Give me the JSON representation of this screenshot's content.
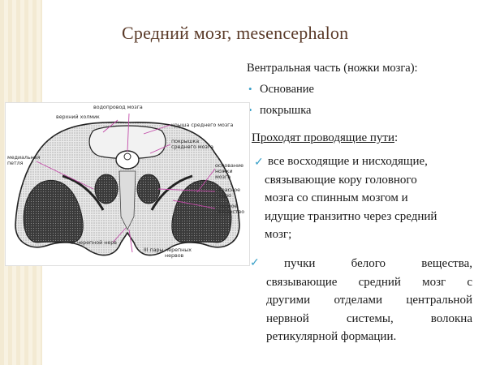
{
  "slide": {
    "title": "Средний мозг, mesencephalon",
    "ventral_heading": "Вентральная часть (ножки мозга):",
    "ventral_items": [
      "Основание",
      "покрышка"
    ],
    "pathways_heading": "Проходят проводящие пути",
    "pathways_colon": ":",
    "pathways_items": [
      {
        "lines": [
          "все восходящие и нисходящие,",
          "связывающие кору головного",
          "мозга со спинным мозгом и",
          "идущие транзитно через средний",
          "мозг;"
        ]
      },
      {
        "lines": [
          "пучки белого вещества,",
          "связывающие средний мозг с",
          "другими отделами центральной",
          "нервной системы, волокна",
          "ретикулярной формации."
        ]
      }
    ],
    "bullet_icon": "dot-bullet-icon",
    "check_icon": "check-bullet-icon",
    "colors": {
      "title": "#5a3a28",
      "accent": "#3aa0c8",
      "annotation": "#c24aa8"
    }
  },
  "figure": {
    "labels": {
      "aqueduct": "водопровод мозга",
      "upper_colliculus": "верхний холмик",
      "tectum_plate": "крыша среднего мозга",
      "tegmentum": "покрышка",
      "tegmentum_2": "среднего мозга",
      "medial_lemniscus": "медиальная",
      "medial_lemniscus_2": "петля",
      "base": "основание",
      "base_2": "ножки",
      "base_3": "мозга",
      "red_nucleus": "красное",
      "red_nucleus_2": "ядро",
      "substantia_nigra": "черное",
      "substantia_nigra_2": "вещество",
      "oculomotor_nerve": "III черепной нерв",
      "oculomotor_pairs": "III пары черепных",
      "oculomotor_pairs_2": "нервов"
    }
  }
}
